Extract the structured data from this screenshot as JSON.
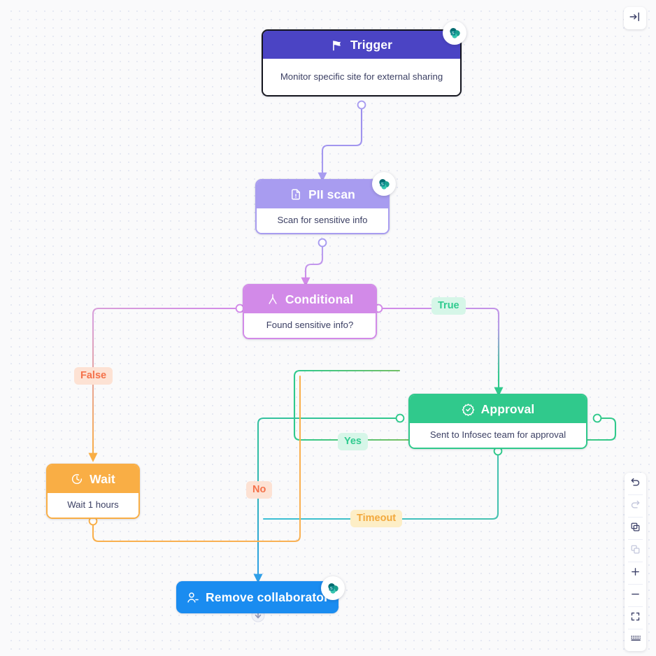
{
  "canvas": {
    "background": "#fafafb",
    "dot_color": "#dfe3f0"
  },
  "topbar": {
    "collapse_button": {
      "name": "collapse-panel-button",
      "icon": "panel-collapse-icon"
    }
  },
  "nodes": [
    {
      "id": "trigger",
      "title": "Trigger",
      "subtitle": "Monitor specific site for external sharing",
      "icon": "flag-icon",
      "header_color": "#4b44c4",
      "border_color": "#15161f",
      "badge": "sharepoint-icon"
    },
    {
      "id": "pii-scan",
      "title": "PII scan",
      "subtitle": "Scan for sensitive info",
      "icon": "document-alert-icon",
      "header_color": "#a89cf0",
      "border_color": "#a89cf0",
      "badge": "sharepoint-icon"
    },
    {
      "id": "conditional",
      "title": "Conditional",
      "subtitle": "Found sensitive info?",
      "icon": "branch-icon",
      "header_color": "#d28ae8",
      "border_color": "#d28ae8",
      "badge": null
    },
    {
      "id": "approval",
      "title": "Approval",
      "subtitle": "Sent to Infosec team for approval",
      "icon": "verified-check-icon",
      "header_color": "#30c98c",
      "border_color": "#30c98c",
      "badge": null
    },
    {
      "id": "wait",
      "title": "Wait",
      "subtitle": "Wait 1 hours",
      "icon": "clock-icon",
      "header_color": "#f9ae45",
      "border_color": "#f9ae45",
      "badge": null
    },
    {
      "id": "remove-collaborator",
      "title": "Remove collaborator",
      "subtitle": "",
      "icon": "person-minus-icon",
      "header_color": "#1a8cf0",
      "border_color": "#1a8cf0",
      "badge": "sharepoint-icon"
    }
  ],
  "edge_labels": [
    {
      "id": "false",
      "text": "False",
      "bg": "#fde2d4",
      "fg": "#f4714a"
    },
    {
      "id": "true",
      "text": "True",
      "bg": "#d6f6e8",
      "fg": "#2fcb8f"
    },
    {
      "id": "yes",
      "text": "Yes",
      "bg": "#d6f6e8",
      "fg": "#2fcb8f"
    },
    {
      "id": "no",
      "text": "No",
      "bg": "#fde2d4",
      "fg": "#f4714a"
    },
    {
      "id": "timeout",
      "text": "Timeout",
      "bg": "#fdeec6",
      "fg": "#f2a83c"
    }
  ],
  "toolbar": {
    "items": [
      {
        "id": "undo",
        "icon": "undo-icon",
        "enabled": true
      },
      {
        "id": "redo",
        "icon": "redo-icon",
        "enabled": false
      },
      {
        "id": "copy",
        "icon": "copy-icon",
        "enabled": true
      },
      {
        "id": "paste",
        "icon": "paste-icon",
        "enabled": false
      },
      {
        "id": "zoom-in",
        "icon": "plus-icon",
        "enabled": true
      },
      {
        "id": "zoom-out",
        "icon": "minus-icon",
        "enabled": true
      },
      {
        "id": "fit-view",
        "icon": "fit-screen-icon",
        "enabled": true
      },
      {
        "id": "grid",
        "icon": "grid-icon",
        "enabled": true
      }
    ]
  }
}
